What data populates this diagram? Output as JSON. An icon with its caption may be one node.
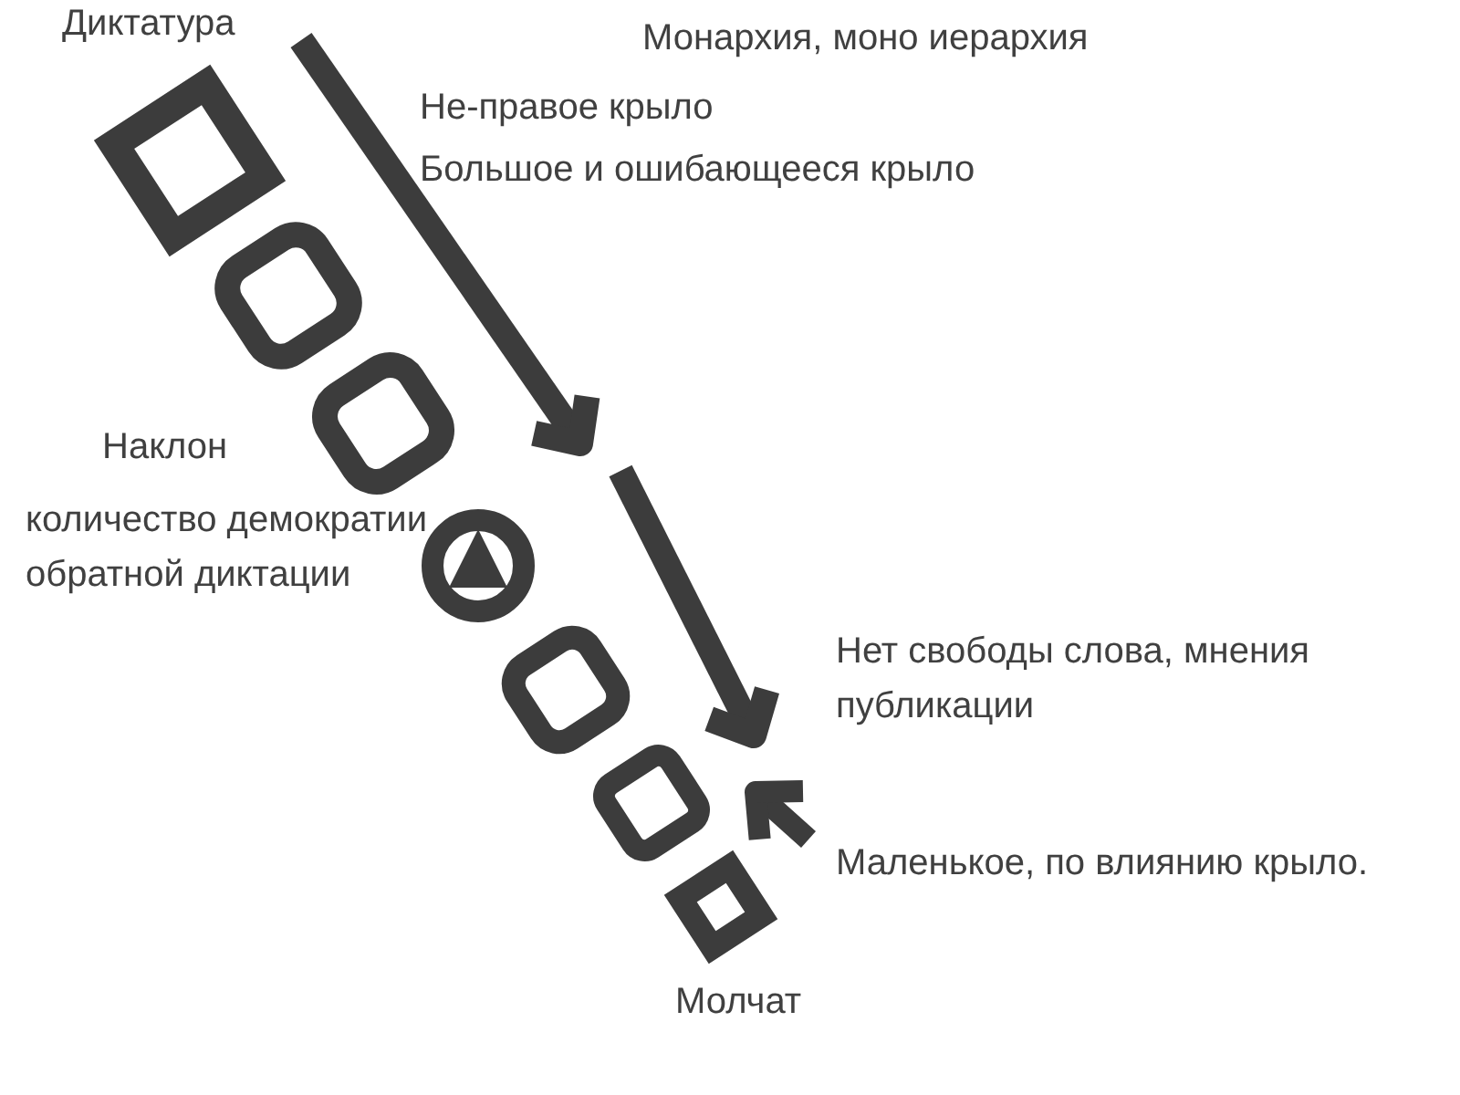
{
  "diagram": {
    "labels": [
      "Диктатура",
      "Монархия, моно иерархия",
      "Не-правое крыло",
      "Большое и ошибающееся крыло",
      "Наклон",
      "количество демократии обратной диктации",
      "Нет свободы слова, мнения публикации",
      "Маленькое, по влиянию крыло.",
      "Молчат"
    ]
  }
}
